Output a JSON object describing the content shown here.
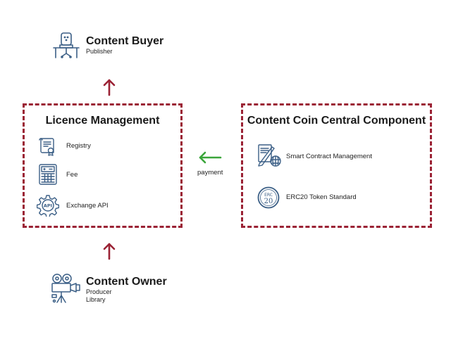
{
  "buyer": {
    "title": "Content Buyer",
    "subtitle": "Publisher",
    "icon": "desk-chair-icon"
  },
  "owner": {
    "title": "Content Owner",
    "sublines": [
      "Producer",
      "Library"
    ],
    "icon": "film-camera-icon"
  },
  "licence": {
    "title": "Licence Management",
    "items": [
      {
        "label": "Registry",
        "icon": "certificate-scroll-icon"
      },
      {
        "label": "Fee",
        "icon": "calculator-icon"
      },
      {
        "label": "Exchange API",
        "icon": "api-gear-icon"
      }
    ]
  },
  "central": {
    "title": "Content Coin Central Component",
    "items": [
      {
        "label": "Smart Contract Management",
        "icon": "contract-brain-icon"
      },
      {
        "label": "ERC20 Token Standard",
        "icon": "erc20-coin-icon",
        "coin_text_top": "ERC",
        "coin_text_bottom": "20"
      }
    ]
  },
  "payment_label": "payment",
  "colors": {
    "red": "#9b2335",
    "green": "#3aa53a",
    "icon": "#3b5f86",
    "dark": "#1a1a1a"
  }
}
